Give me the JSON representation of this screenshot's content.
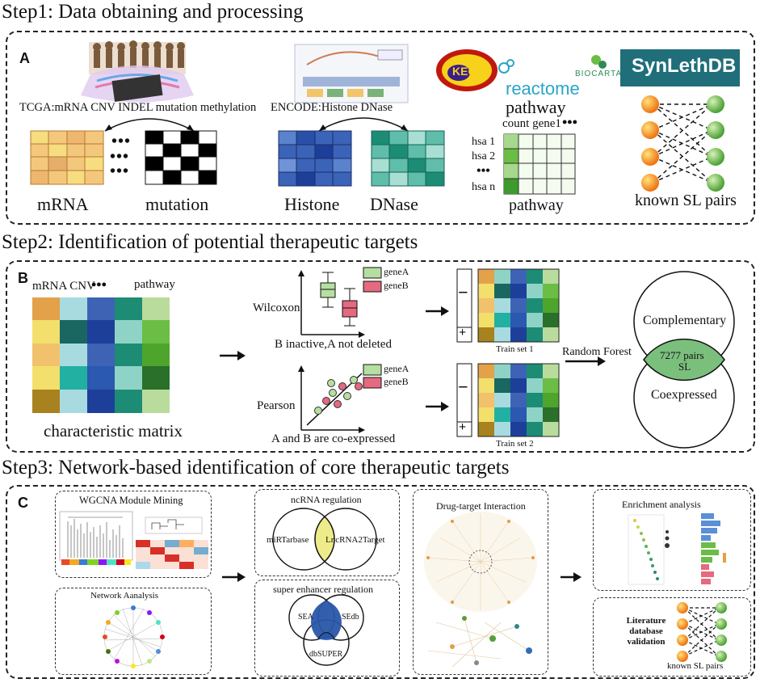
{
  "steps": {
    "step1": "Step1: Data obtaining and processing",
    "step2": "Step2: Identification of potential therapeutic targets",
    "step3": "Step3: Network-based identification of core therapeutic targets"
  },
  "panel_letters": {
    "a": "A",
    "b": "B",
    "c": "C"
  },
  "panelA": {
    "tcga_label": "TCGA:mRNA CNV INDEL mutation methylation",
    "encode_label": "ENCODE:Histone DNase",
    "mrna": "mRNA",
    "mutation": "mutation",
    "histone": "Histone",
    "dnase": "DNase",
    "pathway_title": "pathway",
    "pathway_header": "count gene1",
    "pathway_rows": [
      "hsa 1",
      "hsa 2",
      "•••",
      "hsa n"
    ],
    "pathway_bottom": "pathway",
    "logos": {
      "kegg": "KEGG",
      "reactome": "reactome",
      "biocarta": "BIOCARTA",
      "synlethdb": "SynLethDB"
    },
    "sl_pairs": "known SL pairs",
    "dots": "•••"
  },
  "panelB": {
    "matrix_header": "mRNA CNV",
    "matrix_header_dots": "•••",
    "matrix_header_pathway": "pathway",
    "matrix_caption": "characteristic matrix",
    "wilcoxon": "Wilcoxon",
    "wilcoxon_caption": "B inactive,A not deleted",
    "pearson": "Pearson",
    "pearson_caption": "A and B are co-expressed",
    "legend_a": "geneA",
    "legend_b": "geneB",
    "train1": "Train set 1",
    "train2": "Train set 2",
    "minus": "−",
    "plus": "+",
    "random_forest": "Random Forest",
    "complementary": "Complementary",
    "coexpressed": "Coexpressed",
    "overlap_line1": "7277 pairs",
    "overlap_line2": "SL"
  },
  "panelC": {
    "wgcna": "WGCNA Module Mining",
    "network": "Network Aanalysis",
    "ncrna": "ncRNA regulation",
    "mirtarbase": "miRTarbase",
    "lncrna": "LncRNA2Target",
    "super_enhancer": "super enhancer regulation",
    "sea": "SEA",
    "sedb": "SEdb",
    "dbsuper": "dbSUPER",
    "drug_target": "Drug-target Interaction",
    "enrichment": "Enrichment analysis",
    "literature": "Literature database validation",
    "sl_pairs": "known SL pairs"
  },
  "colors": {
    "yellow": "#f2d568",
    "orange_light": "#f5c07a",
    "blue_dark": "#1d3f9a",
    "teal": "#1f9c8e",
    "green": "#6bbd45",
    "pink": "#e5697f",
    "ball_orange": "#f08a1c",
    "ball_green": "#5caf3c",
    "synlethdb_bg": "#1f6e7a"
  }
}
